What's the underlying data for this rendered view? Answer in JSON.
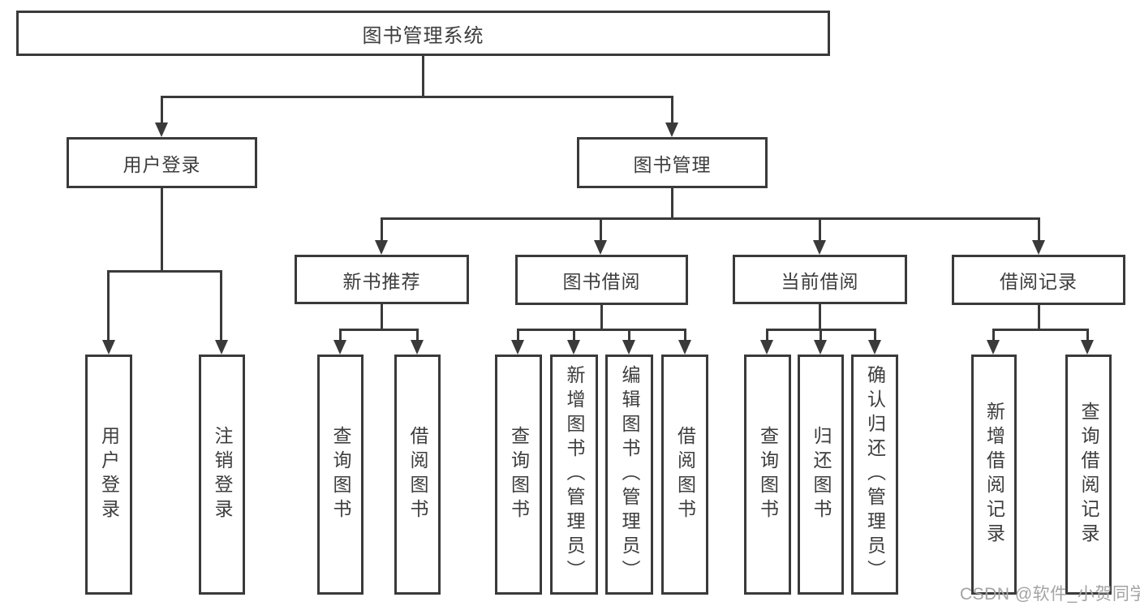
{
  "colors": {
    "line": "#3a3a3a",
    "text": "#3d3d3d",
    "watermark": "#a3a3a3",
    "background": "#ffffff"
  },
  "watermark": "CSDN @软件_小贺同学",
  "nodes": {
    "root": "图书管理系统",
    "userLogin": "用户登录",
    "bookManage": "图书管理",
    "newBook": "新书推荐",
    "bookBorrow": "图书借阅",
    "currentBorrow": "当前借阅",
    "borrowRecord": "借阅记录",
    "leafUserLogin": "用户登录",
    "leafLogout": "注销登录",
    "nbQuery": "查询图书",
    "nbBorrow": "借阅图书",
    "bbQuery": "查询图书",
    "bbAdd": "新增图书（管理员）",
    "bbEdit": "编辑图书（管理员）",
    "bbBorrow": "借阅图书",
    "cbQuery": "查询图书",
    "cbReturn": "归还图书",
    "cbConfirm": "确认归还（管理员）",
    "brAdd": "新增借阅记录",
    "brQuery": "查询借阅记录"
  },
  "hierarchy": {
    "图书管理系统": {
      "用户登录": [
        "用户登录",
        "注销登录"
      ],
      "图书管理": {
        "新书推荐": [
          "查询图书",
          "借阅图书"
        ],
        "图书借阅": [
          "查询图书",
          "新增图书（管理员）",
          "编辑图书（管理员）",
          "借阅图书"
        ],
        "当前借阅": [
          "查询图书",
          "归还图书",
          "确认归还（管理员）"
        ],
        "借阅记录": [
          "新增借阅记录",
          "查询借阅记录"
        ]
      }
    }
  }
}
